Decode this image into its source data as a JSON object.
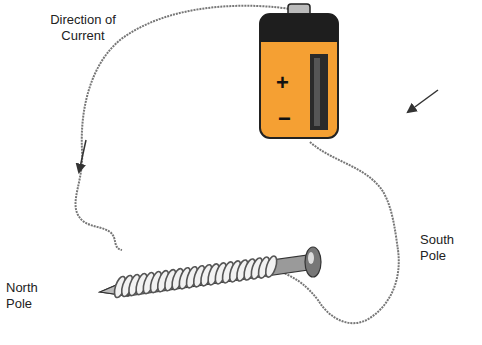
{
  "diagram": {
    "nodes": [
      {
        "text": [
          "+",
          "−"
        ]
      }
    ],
    "labels": [
      "Direction of Current",
      "North Pole",
      "South Pole"
    ]
  }
}
